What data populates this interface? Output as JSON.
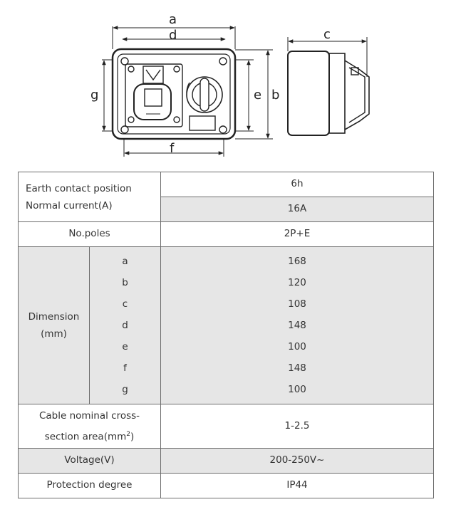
{
  "drawing": {
    "labels": {
      "a": "a",
      "b": "b",
      "c": "c",
      "d": "d",
      "e": "e",
      "f": "f",
      "g": "g"
    }
  },
  "table": {
    "earth_label": "Earth contact position",
    "current_label": "Normal current(A)",
    "earth_value": "6h",
    "current_value": "16A",
    "poles_label": "No.poles",
    "poles_value": "2P+E",
    "dimension_label_1": "Dimension",
    "dimension_label_2": "(mm)",
    "dimensions": [
      {
        "key": "a",
        "value": "168"
      },
      {
        "key": "b",
        "value": "120"
      },
      {
        "key": "c",
        "value": "108"
      },
      {
        "key": "d",
        "value": "148"
      },
      {
        "key": "e",
        "value": "100"
      },
      {
        "key": "f",
        "value": "148"
      },
      {
        "key": "g",
        "value": "100"
      }
    ],
    "cable_label_1": "Cable nominal cross-",
    "cable_label_2": "section area(mm",
    "cable_label_sup": "2",
    "cable_label_3": ")",
    "cable_value": "1-2.5",
    "voltage_label": "Voltage(V)",
    "voltage_value": "200-250V~",
    "protection_label": "Protection degree",
    "protection_value": "IP44"
  }
}
